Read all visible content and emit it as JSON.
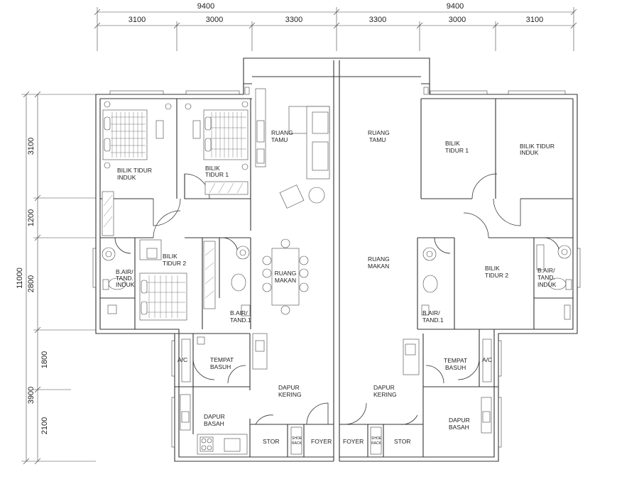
{
  "dimensions": {
    "top_overall": [
      "9400",
      "9400"
    ],
    "top_segments": [
      "3100",
      "3000",
      "3300",
      "3300",
      "3000",
      "3100"
    ],
    "left_overall": "11000",
    "left_segments": [
      "3100",
      "1200",
      "2800",
      "1800",
      "3900",
      "2100"
    ]
  },
  "rooms": {
    "left_unit": {
      "master_bedroom": [
        "BILIK TIDUR",
        "INDUK"
      ],
      "bedroom1": [
        "BILIK",
        "TIDUR 1"
      ],
      "living": [
        "RUANG",
        "TAMU"
      ],
      "bedroom2": [
        "BILIK",
        "TIDUR 2"
      ],
      "bath_master": [
        "B.AIR/",
        "TAND.",
        "INDUK"
      ],
      "dining": [
        "RUANG",
        "MAKAN"
      ],
      "bath_common": [
        "B.AIR/",
        "TAND.1"
      ],
      "ac": "A/C",
      "laundry": [
        "TEMPAT",
        "BASUH"
      ],
      "dry_kitchen": [
        "DAPUR",
        "KERING"
      ],
      "wet_kitchen": [
        "DAPUR",
        "BASAH"
      ],
      "store": "STOR",
      "shoe_rack": [
        "SHOE",
        "RACK"
      ],
      "foyer": "FOYER"
    },
    "right_unit": {
      "living": [
        "RUANG",
        "TAMU"
      ],
      "bedroom1": [
        "BILIK",
        "TIDUR 1"
      ],
      "master_bedroom": [
        "BILIK TIDUR",
        "INDUK"
      ],
      "dining": [
        "RUANG",
        "MAKAN"
      ],
      "bedroom2": [
        "BILIK",
        "TIDUR 2"
      ],
      "bath_master": [
        "B.AIR/",
        "TAND.",
        "INDUK"
      ],
      "bath_common": [
        "B.AIR/",
        "TAND.1"
      ],
      "laundry": [
        "TEMPAT",
        "BASUH"
      ],
      "ac": "A/C",
      "dry_kitchen": [
        "DAPUR",
        "KERING"
      ],
      "wet_kitchen": [
        "DAPUR",
        "BASAH"
      ],
      "foyer": "FOYER",
      "shoe_rack": [
        "SHOE",
        "RACK"
      ],
      "store": "STOR"
    }
  }
}
